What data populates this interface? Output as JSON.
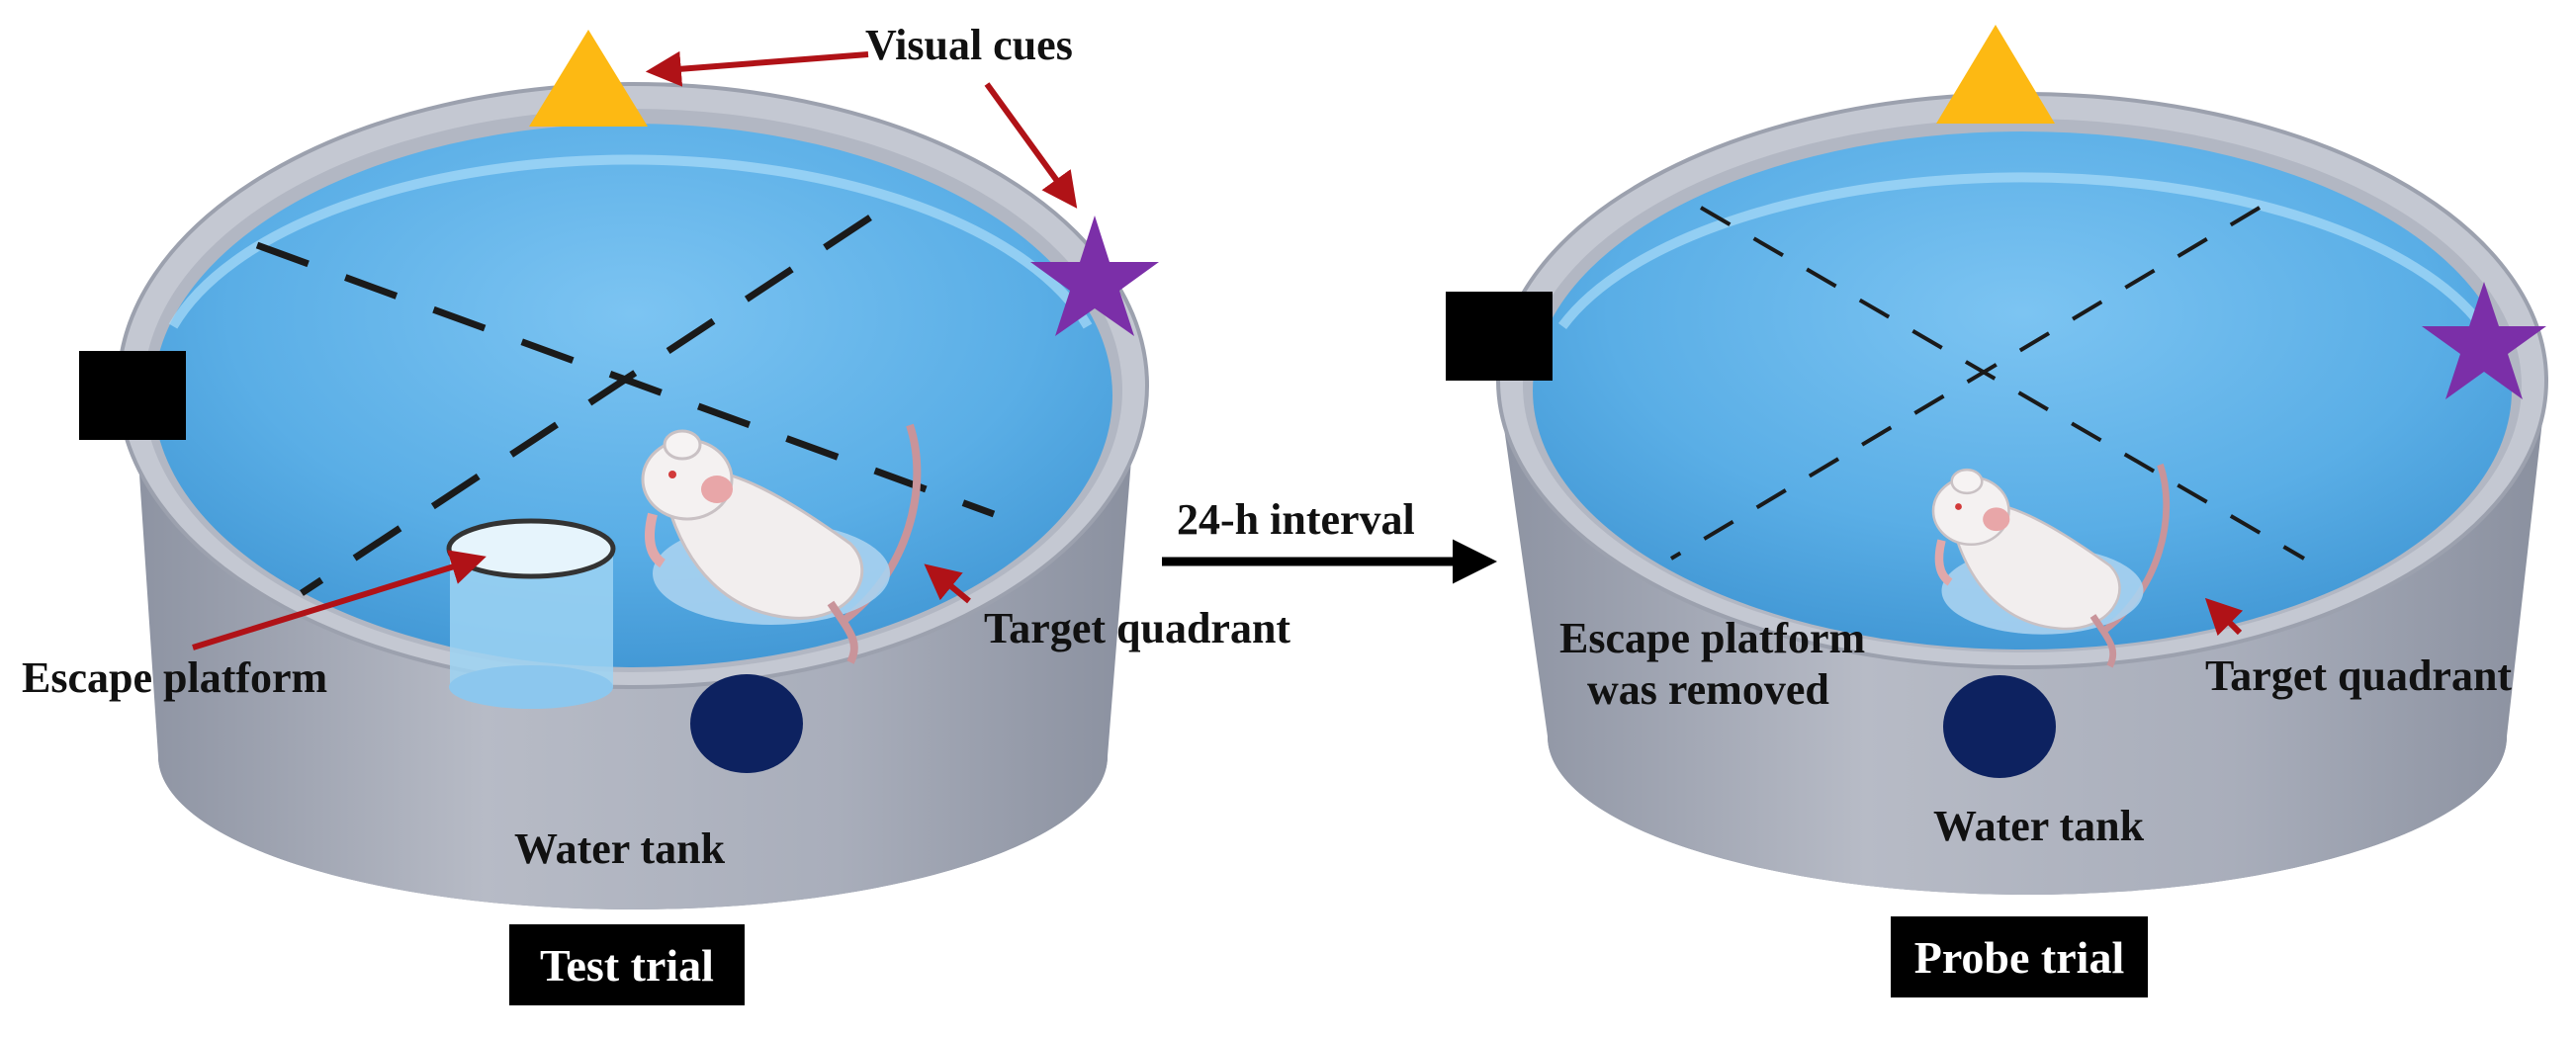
{
  "labels": {
    "visual_cues": "Visual cues",
    "escape_platform": "Escape platform",
    "target_quadrant_left": "Target quadrant",
    "water_tank_left": "Water tank",
    "test_trial": "Test trial",
    "interval": "24-h interval",
    "escape_removed_line1": "Escape platform",
    "escape_removed_line2": "was removed",
    "target_quadrant_right": "Target quadrant",
    "water_tank_right": "Water tank",
    "probe_trial": "Probe trial"
  },
  "colors": {
    "triangle_cue": "#FDB913",
    "star_cue": "#7B2FA8",
    "square_cue": "#000000",
    "circle_cue": "#0D2260",
    "water": "#5AAEE6",
    "tank_wall": "#A6ABB8",
    "tank_rim": "#C4C8D2",
    "arrow_red": "#B01217",
    "trial_box": "#000000"
  },
  "icons": [
    "triangle-cue-icon",
    "star-cue-icon",
    "square-cue-icon",
    "circle-cue-icon",
    "rat-icon"
  ]
}
